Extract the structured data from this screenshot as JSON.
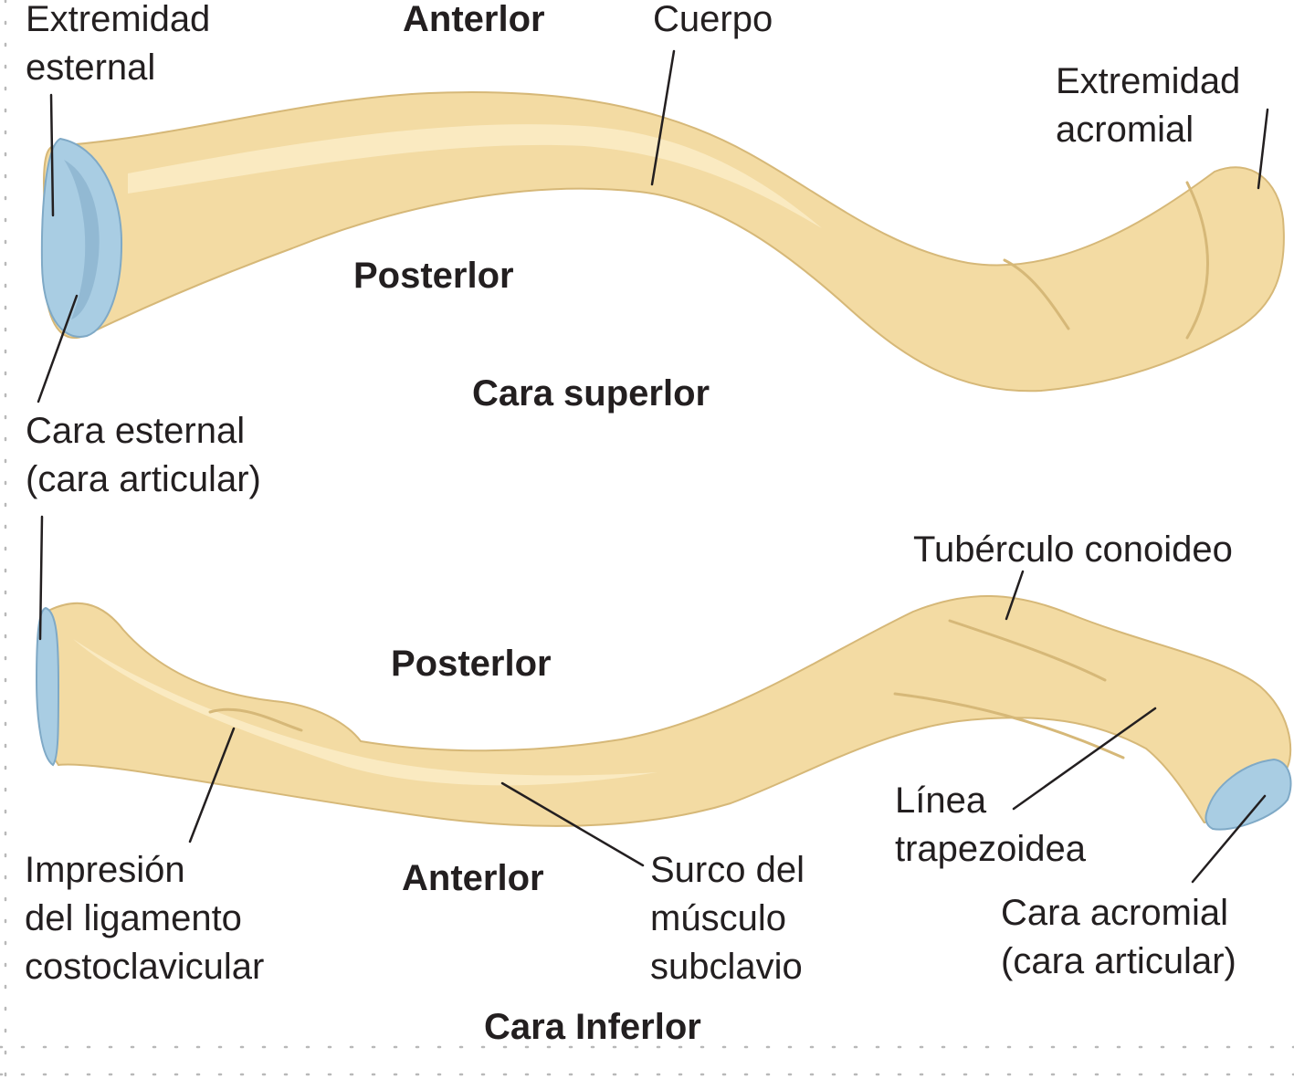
{
  "colors": {
    "bone": "#f3dba3",
    "bone_shadow": "#d6b878",
    "bone_highlight": "#fbedc8",
    "cartilage": "#a9cde3",
    "cartilage_edge": "#7fa9c6",
    "leader_line": "#231f20",
    "text": "#231f20",
    "dotted_border": "#b9b9b9"
  },
  "superior_view": {
    "caption": "Cara superlor",
    "orientation_top": "Anterlor",
    "orientation_bottom": "Posterlor",
    "labels": {
      "sternal_end": [
        "Extremidad",
        "esternal"
      ],
      "body": "Cuerpo",
      "acromial_end": [
        "Extremidad",
        "acromial"
      ],
      "sternal_facet": [
        "Cara esternal",
        "(cara articular)"
      ]
    }
  },
  "inferior_view": {
    "caption": "Cara Inferlor",
    "orientation_top": "Posterlor",
    "orientation_bottom": "Anterlor",
    "labels": {
      "conoid_tubercle": "Tubérculo conoideo",
      "trapezoid_line": [
        "Línea",
        "trapezoidea"
      ],
      "costoclavicular_impression": [
        "Impresión",
        "del ligamento",
        "costoclavicular"
      ],
      "subclavius_groove": [
        "Surco del",
        "músculo",
        "subclavio"
      ],
      "acromial_facet": [
        "Cara acromial",
        "(cara articular)"
      ]
    }
  }
}
